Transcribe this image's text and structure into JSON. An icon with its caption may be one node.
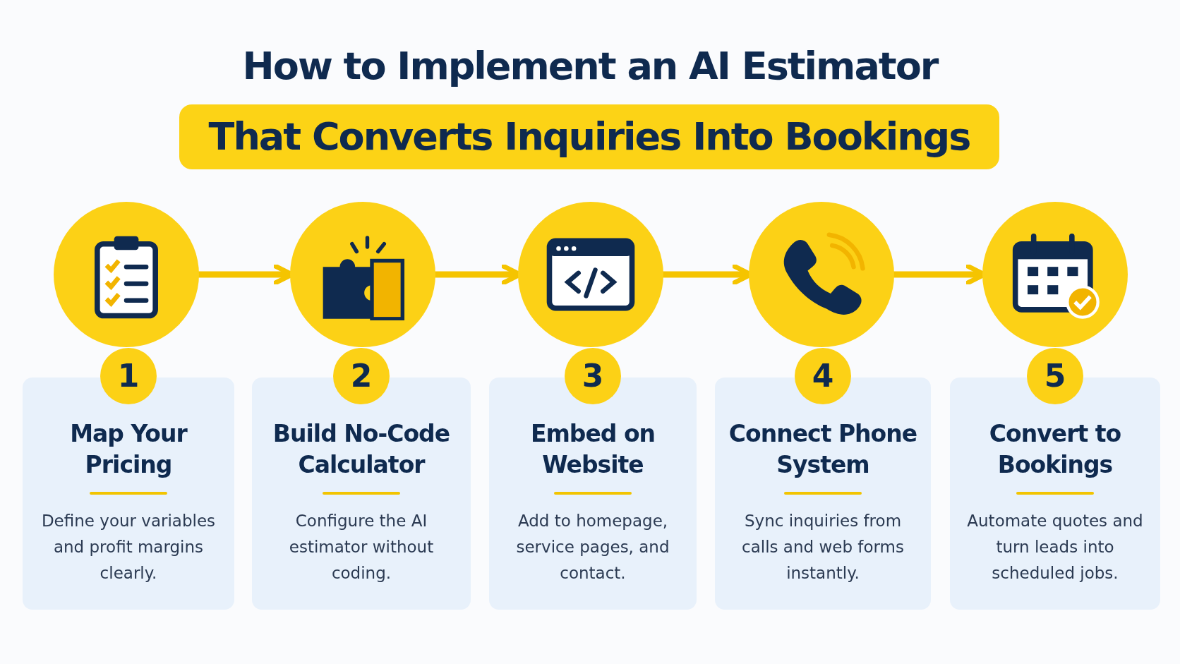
{
  "diagram": {
    "title": "How to Implement an AI Estimator",
    "nodes": [
      {
        "text": [],
        "shape": "circle"
      },
      {
        "text": [],
        "shape": "circle"
      },
      {
        "text": [],
        "shape": "circle"
      },
      {
        "text": [],
        "shape": "circle"
      },
      {
        "text": [],
        "shape": "circle"
      },
      {
        "text": [
          "1",
          "Map Your Pricing",
          "Define your variables and profit margins clearly."
        ]
      },
      {
        "text": [
          "2",
          "Build No-Code Calculator",
          "Configure the AI estimator without coding."
        ]
      },
      {
        "text": [
          "3",
          "Embed on Website",
          "Add to homepage, service pages, and contact."
        ]
      },
      {
        "text": [
          "4",
          "Connect Phone System",
          "Sync inquiries from calls and web forms instantly."
        ]
      },
      {
        "text": [
          "5",
          "Convert to Bookings",
          "Automate quotes and turn leads into scheduled jobs."
        ]
      }
    ],
    "edges": [
      {
        "from": 0,
        "to": 1,
        "arrow": "to"
      },
      {
        "from": 1,
        "to": 2,
        "arrow": "to"
      },
      {
        "from": 2,
        "to": 3,
        "arrow": "to"
      },
      {
        "from": 3,
        "to": 4,
        "arrow": "to"
      }
    ],
    "labels": [
      "That Converts Inquiries Into Bookings"
    ]
  }
}
